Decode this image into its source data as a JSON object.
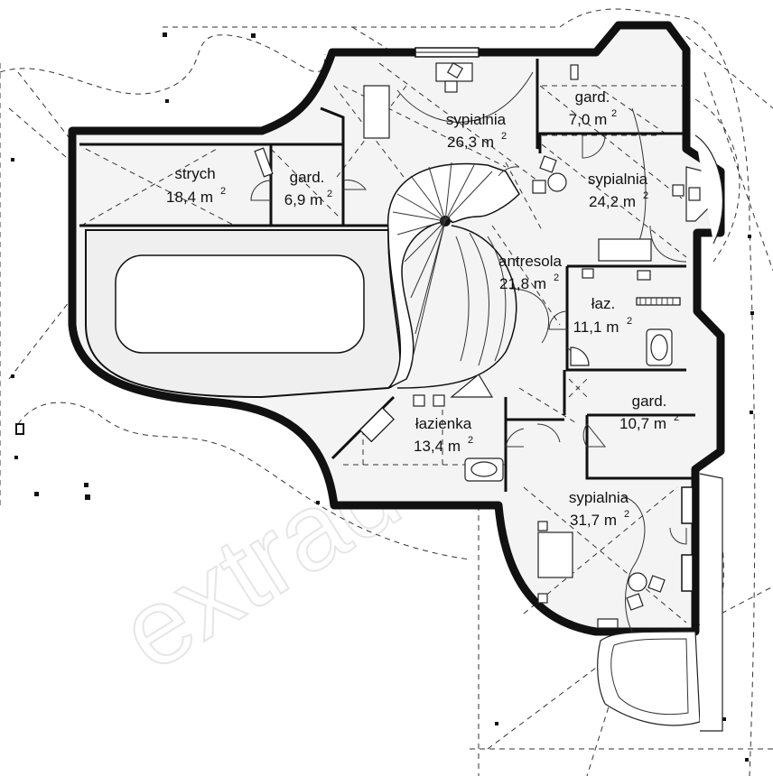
{
  "plan": {
    "area_unit": "m",
    "area_exponent": "2",
    "rooms": [
      {
        "id": "strych",
        "name": "strych",
        "area": "18,4"
      },
      {
        "id": "gard-1",
        "name": "gard.",
        "area": "6,9"
      },
      {
        "id": "sypialnia-1",
        "name": "sypialnia",
        "area": "26,3"
      },
      {
        "id": "gard-2",
        "name": "gard.",
        "area": "7,0"
      },
      {
        "id": "sypialnia-2",
        "name": "sypialnia",
        "area": "24,2"
      },
      {
        "id": "antresola",
        "name": "antresola",
        "area": "21,8"
      },
      {
        "id": "laz-1",
        "name": "łaz.",
        "area": "11,1"
      },
      {
        "id": "gard-3",
        "name": "gard.",
        "area": "10,7"
      },
      {
        "id": "lazienka",
        "name": "łazienka",
        "area": "13,4"
      },
      {
        "id": "sypialnia-3",
        "name": "sypialnia",
        "area": "31,7"
      }
    ],
    "watermark": "extradom"
  }
}
